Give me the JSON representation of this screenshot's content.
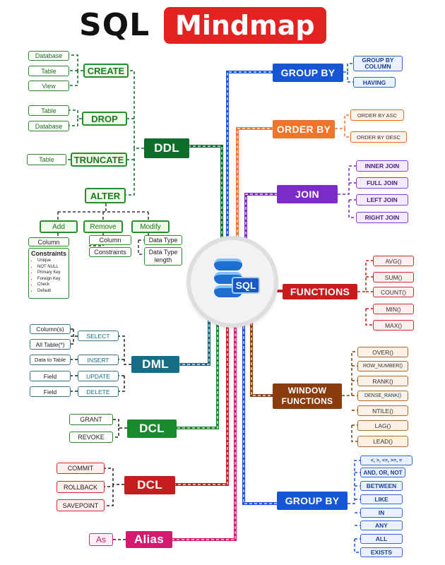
{
  "title": {
    "part1": "SQL",
    "part2": "Mindmap"
  },
  "hub": {
    "label": "SQL"
  },
  "colors": {
    "ddl": "#0c6e2a",
    "dml": "#166e84",
    "dcl_perm": "#1a8a2e",
    "dcl_tx": "#c41d1d",
    "alias": "#d41a6e",
    "group_by": "#1656d6",
    "order_by": "#f0742a",
    "join": "#7b2cc8",
    "functions": "#c81d1d",
    "window": "#8a3c0c"
  },
  "ddl": {
    "label": "DDL",
    "create": {
      "label": "CREATE",
      "items": [
        "Database",
        "Table",
        "View"
      ]
    },
    "drop": {
      "label": "DROP",
      "items": [
        "Table",
        "Database"
      ]
    },
    "truncate": {
      "label": "TRUNCATE",
      "items": [
        "Table"
      ]
    },
    "alter": {
      "label": "ALTER",
      "add": {
        "label": "Add",
        "items": [
          "Column"
        ]
      },
      "remove": {
        "label": "Remove",
        "items": [
          "Column",
          "Constraints"
        ]
      },
      "modify": {
        "label": "Modify",
        "items": [
          "Data Type",
          "Data Type length"
        ]
      },
      "constraints": {
        "label": "Constraints",
        "items": [
          "Unique",
          "NOT NULL",
          "Primary Key",
          "Foreign Key",
          "Check",
          "Default"
        ]
      }
    }
  },
  "dml": {
    "label": "DML",
    "select": {
      "label": "SELECT",
      "items": [
        "Column(s)",
        "All Table(*)"
      ]
    },
    "insert": {
      "label": "INSERT",
      "items": [
        "Data to Table"
      ]
    },
    "update": {
      "label": "UPDATE",
      "items": [
        "Field"
      ]
    },
    "delete": {
      "label": "DELETE",
      "items": [
        "Field"
      ]
    }
  },
  "dcl_perm": {
    "label": "DCL",
    "items": [
      "GRANT",
      "REVOKE"
    ]
  },
  "dcl_tx": {
    "label": "DCL",
    "items": [
      "COMMIT",
      "ROLLBACK",
      "SAVEPOINT"
    ]
  },
  "alias": {
    "label": "Alias",
    "items": [
      "As"
    ]
  },
  "group_by_top": {
    "label": "GROUP BY",
    "items": [
      "GROUP BY COLUMN",
      "HAVING"
    ]
  },
  "order_by": {
    "label": "ORDER BY",
    "items": [
      "ORDER BY ASC",
      "ORDER BY DESC"
    ]
  },
  "join": {
    "label": "JOIN",
    "items": [
      "INNER JOIN",
      "FULL JOIN",
      "LEFT JOIN",
      "RIGHT JOIN"
    ]
  },
  "functions": {
    "label": "FUNCTIONS",
    "items": [
      "AVG()",
      "SUM()",
      "COUNT()",
      "MIN()",
      "MAX()"
    ]
  },
  "window_functions": {
    "label": "WINDOW FUNCTIONS",
    "items": [
      "OVER()",
      "ROW_NUMBER()",
      "RANK()",
      "DENSE_RANK()",
      "NTILE()",
      "LAG()",
      "LEAD()"
    ]
  },
  "group_by_bottom": {
    "label": "GROUP BY",
    "items": [
      "<, >, <=, >=, =",
      "AND, OR, NOT",
      "BETWEEN",
      "LIKE",
      "IN",
      "ANY",
      "ALL",
      "EXISTS"
    ]
  }
}
